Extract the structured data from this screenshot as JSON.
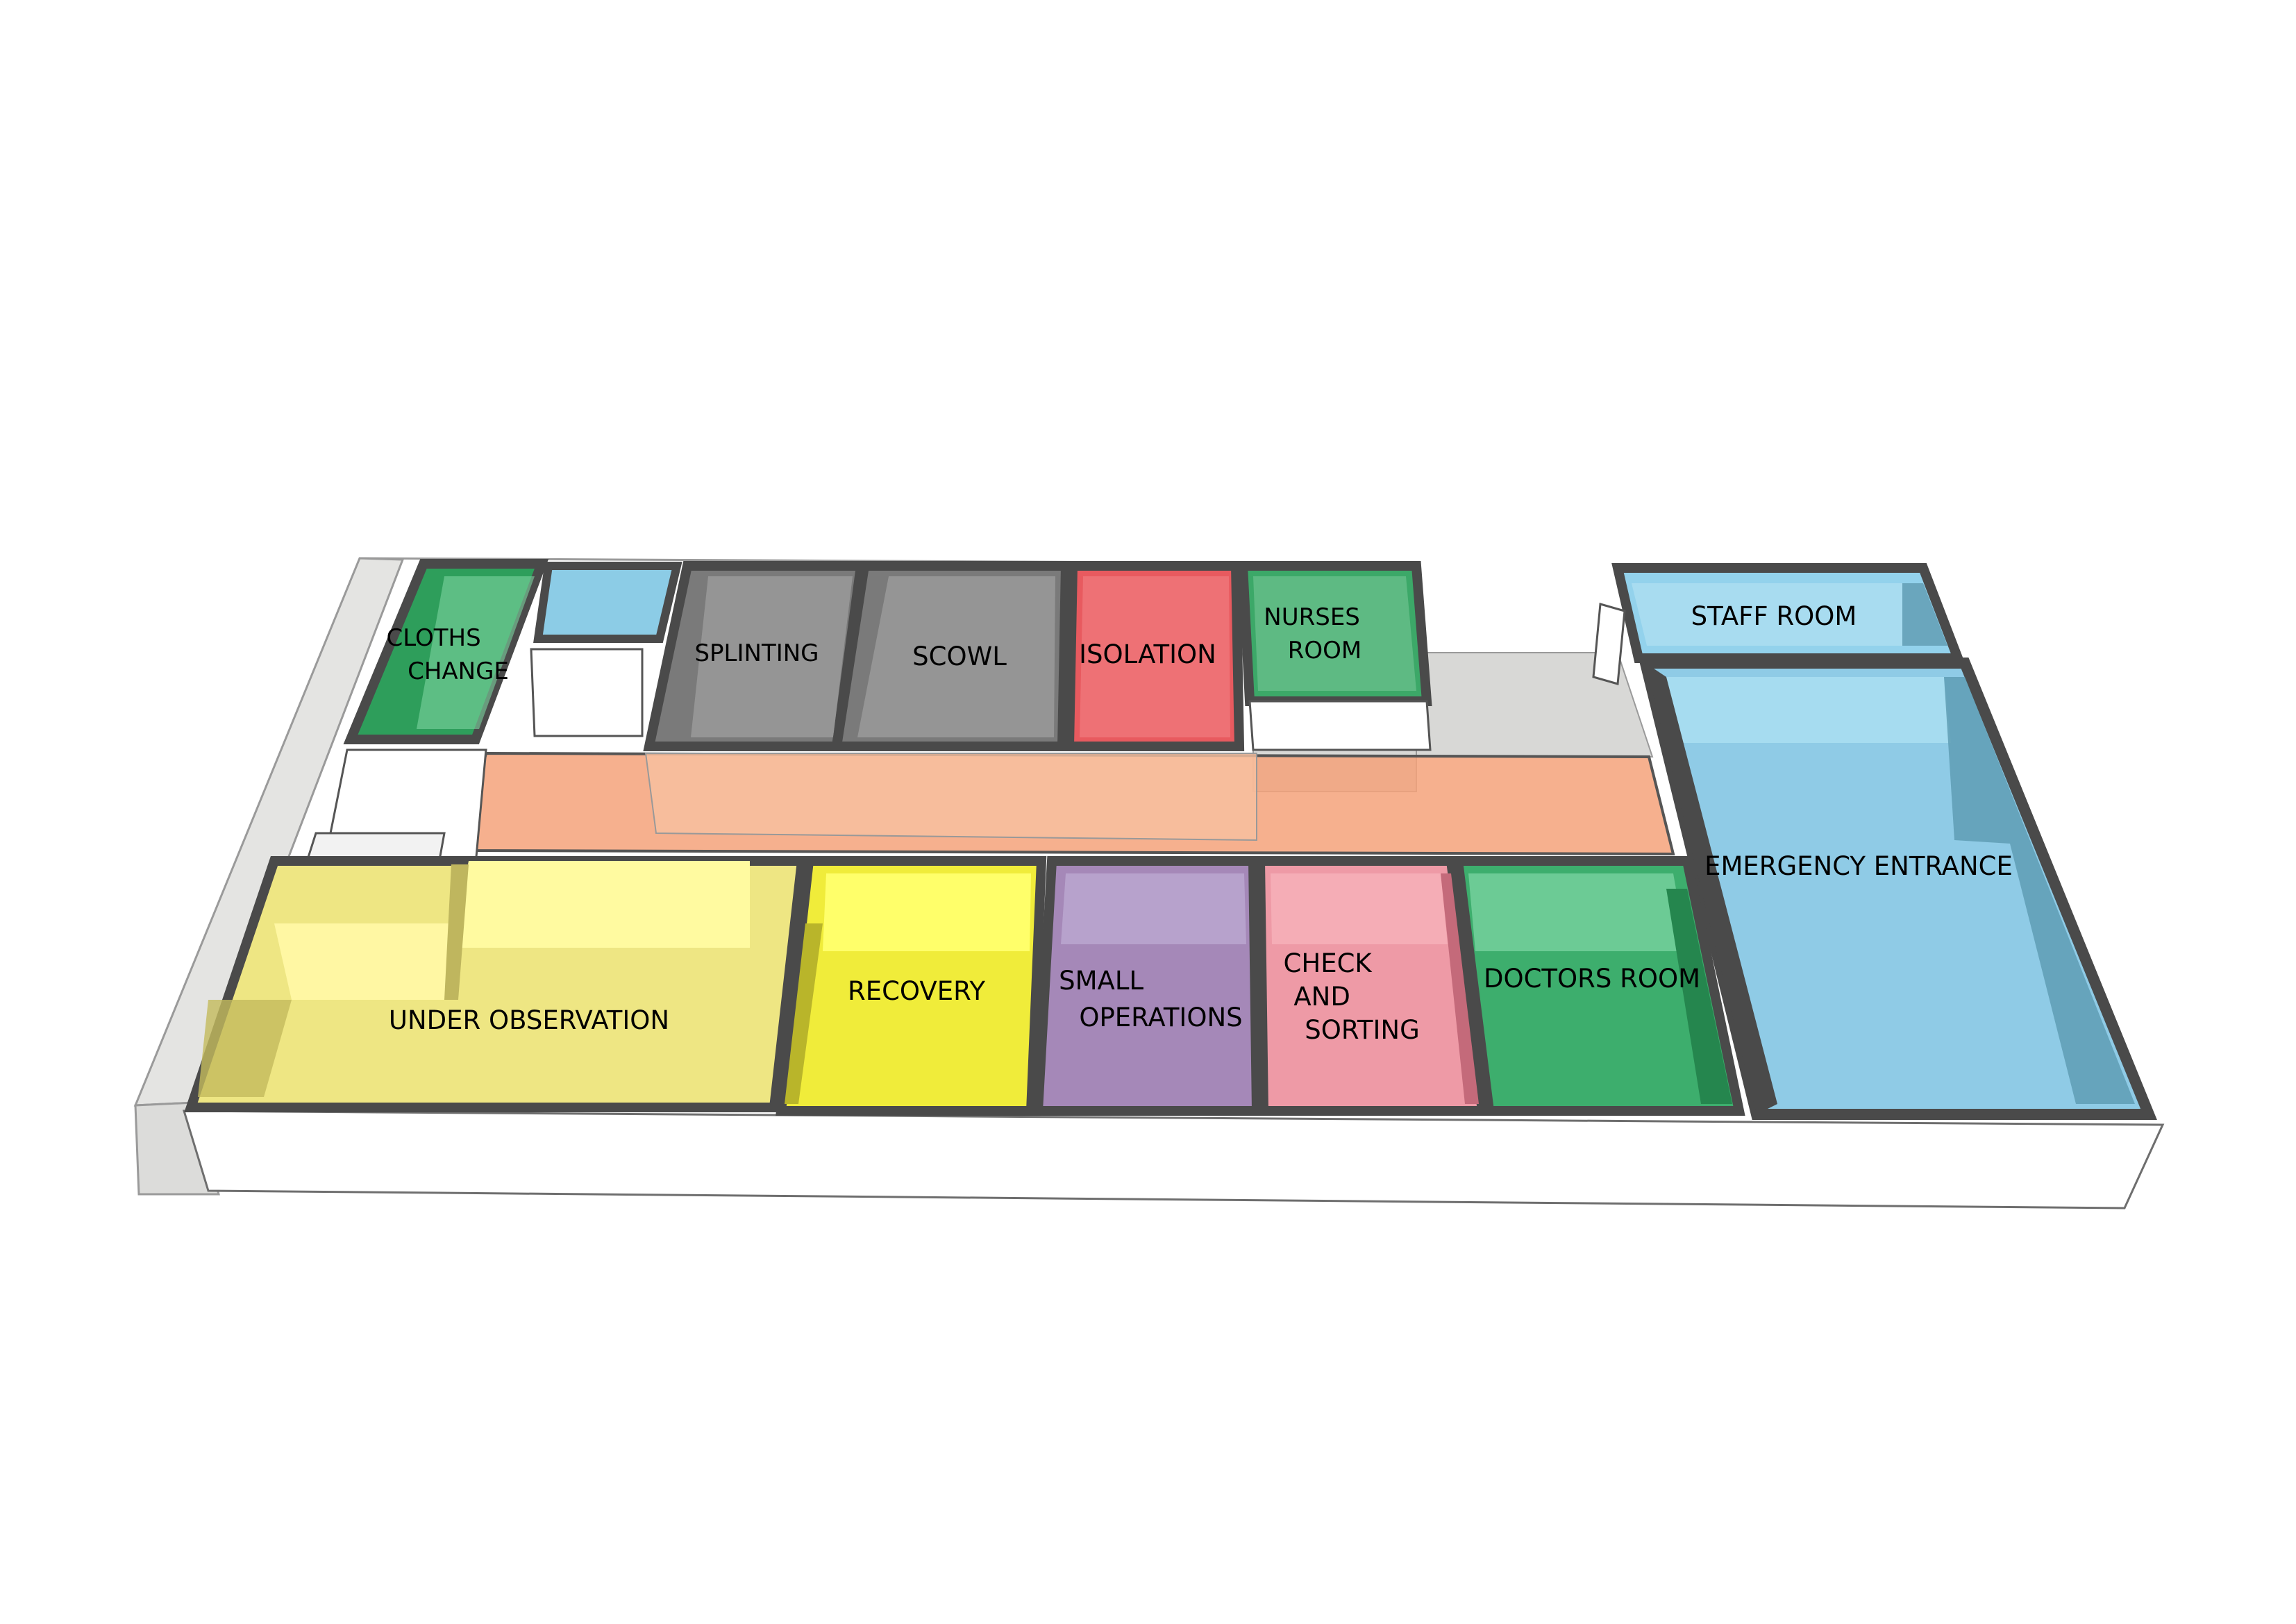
{
  "colors": {
    "corridor": "#F5A27A",
    "cloths_change": "#2E9E5B",
    "small_blue": "#8CCCE6",
    "splinting": "#7A7A7A",
    "scowl": "#7A7A7A",
    "isolation": "#E85A5F",
    "nurses_room": "#3CA868",
    "staff_room": "#93D2EC",
    "emergency_entrance": "#8FCBE6",
    "under_observation": "#EEE683",
    "recovery": "#F0EC3A",
    "small_operations": "#A588B8",
    "check_and_sorting": "#EE9AA6",
    "doctors_room": "#3DAE6D",
    "wall": "#4A4A4A",
    "slab": "#D9D9D7"
  },
  "rooms": {
    "cloths_change": [
      "CLOTHS",
      "CHANGE"
    ],
    "splinting": [
      "SPLINTING"
    ],
    "scowl": [
      "SCOWL"
    ],
    "isolation": [
      "ISOLATION"
    ],
    "nurses_room": [
      "NURSES",
      "ROOM"
    ],
    "staff_room": [
      "STAFF ROOM"
    ],
    "emergency_entrance": [
      "EMERGENCY ENTRANCE"
    ],
    "under_observation": [
      "UNDER OBSERVATION"
    ],
    "recovery": [
      "RECOVERY"
    ],
    "small_operations": [
      "SMALL",
      "OPERATIONS"
    ],
    "check_and_sorting": [
      "CHECK",
      "AND",
      "SORTING"
    ],
    "doctors_room": [
      "DOCTORS ROOM"
    ]
  }
}
